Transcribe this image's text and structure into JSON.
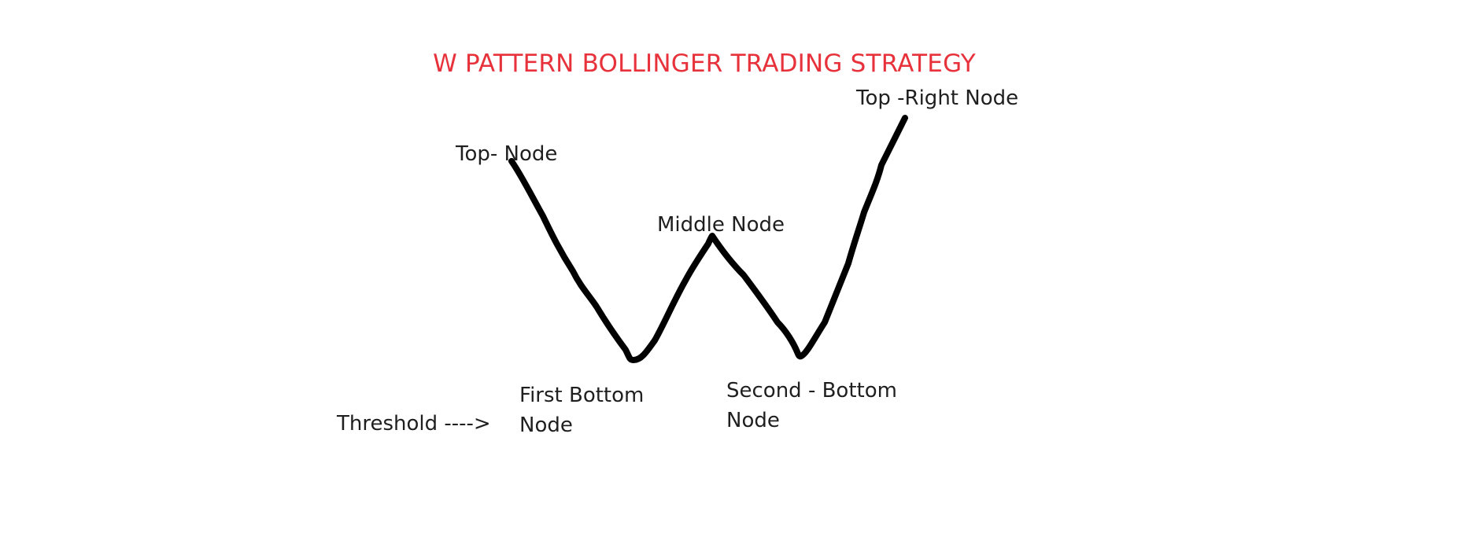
{
  "diagram": {
    "title": "W PATTERN BOLLINGER TRADING STRATEGY",
    "title_color": "#e8323b",
    "line_color": "#000000",
    "nodes": {
      "top": "Top- Node",
      "top_right": "Top -Right Node",
      "middle": "Middle Node",
      "first_bottom": "First Bottom\nNode",
      "second_bottom": "Second - Bottom\nNode"
    },
    "threshold": "Threshold ---->"
  }
}
